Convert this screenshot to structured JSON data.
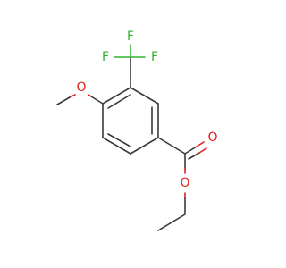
{
  "molecule": {
    "atoms": {
      "f_top": {
        "symbol": "F",
        "color": "#32b232"
      },
      "f_left": {
        "symbol": "F",
        "color": "#32b232"
      },
      "f_right": {
        "symbol": "F",
        "color": "#32b232"
      },
      "o_methoxy": {
        "symbol": "O",
        "color": "#e0211d"
      },
      "o_carbonyl": {
        "symbol": "O",
        "color": "#e0211d"
      },
      "o_ester": {
        "symbol": "O",
        "color": "#e0211d"
      }
    },
    "bond_color": "#3a3a3a"
  }
}
